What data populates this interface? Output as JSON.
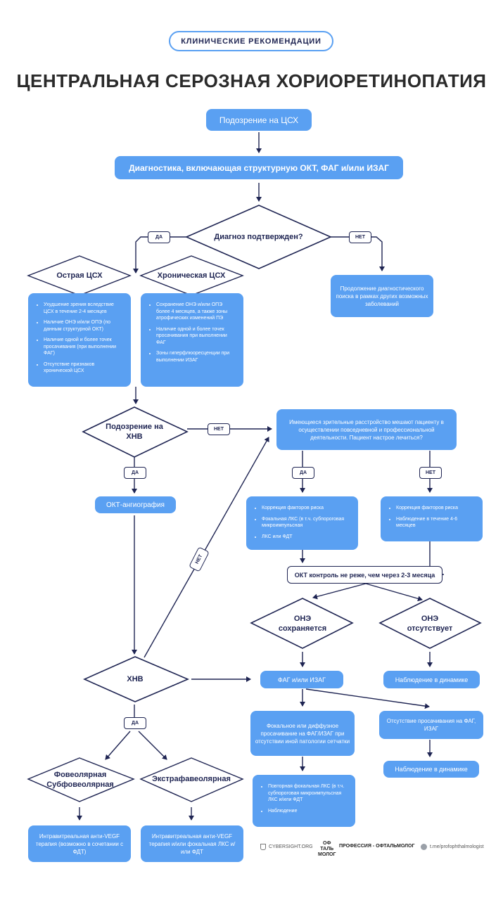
{
  "header": {
    "badge": "КЛИНИЧЕСКИЕ РЕКОМЕНДАЦИИ",
    "title": "ЦЕНТРАЛЬНАЯ СЕРОЗНАЯ ХОРИОРЕТИНОПАТИЯ"
  },
  "labels": {
    "yes": "ДА",
    "no": "НЕТ"
  },
  "nodes": {
    "suspect": "Подозрение на ЦСХ",
    "diagnostics": "Диагностика, включающая структурную ОКТ, ФАГ и/или ИЗАГ",
    "confirmed": "Диагноз подтвержден?",
    "continue_diag": "Продолжение диагностического поиска в рамках других возможных заболеваний",
    "acute": "Острая ЦСХ",
    "chronic": "Хроническая ЦСХ",
    "acute_list": [
      "Ухудшение зрения вследствие ЦСХ в течение 2-4 месяцев",
      "Наличие ОНЭ и/или ОПЭ (по данным структурной ОКТ)",
      "Наличие одной и более точек просачивания (при выполнении ФАГ)",
      "Отсутствие признаков хронической ЦСХ"
    ],
    "chronic_list": [
      "Сохранение ОНЭ и/или ОПЭ более 4 месяцев, а также зоны атрофических изменений ПЭ",
      "Наличие одной и более точек просачивания при выполнении ФАГ",
      "Зоны гиперфлюоресценции при выполнении ИЗАГ"
    ],
    "cnv_suspect": "Подозрение на ХНВ",
    "oct_angio": "ОКТ-ангиография",
    "question": "Имеющиеся зрительные расстройство мешают пациенту в осуществлении повседневной и профессиональной деятельности. Пациент настрое лечиться?",
    "treat_list": [
      "Коррекция факторов риска",
      "Фокальная ЛКС (в т.ч. субпороговая микроимпульсная",
      "ЛКС или ФДТ"
    ],
    "observe_list": [
      "Коррекция факторов риска",
      "Наблюдение в течение 4-6 месяцев"
    ],
    "oct_control": "ОКТ контроль не реже, чем через 2-3 месяца",
    "one_persists": "ОНЭ сохраняется",
    "one_absent": "ОНЭ отсутствует",
    "fag": "ФАГ и/или ИЗАГ",
    "dyn1": "Наблюдение в динамике",
    "cnv": "ХНВ",
    "leakage": "Фокальное или диффузное просачивание на ФАГ/ИЗАГ при отсутствии иной патологии сетчатки",
    "no_leakage": "Отсутствие просачивания на ФАГ, ИЗАГ",
    "dyn2": "Наблюдение в динамике",
    "repeat_list": [
      "Повторная фокальная ЛКС (в т.ч. субпороговая микроимпульсная ЛКС и/или ФДТ",
      "Наблюдение"
    ],
    "foveal": "Фовеолярная Субфовеолярная",
    "extrafoveal": "Экстрафавеолярная",
    "foveal_tx": "Интравитреальная анти-VEGF терапия (возможно в сочетании с ФДТ)",
    "extra_tx": "Интравитреальная анти-VEGF терапия и/или фокальная ЛКС и/или ФДТ"
  },
  "footer": {
    "site": "CYBERSIGHT.ORG",
    "logo": "ОФ ТАЛЬ МОЛОГ",
    "profession": "ПРОФЕССИЯ - ОФТАЛЬМОЛОГ",
    "telegram": "t.me/profophthalmologist"
  },
  "colors": {
    "box": "#5aa0f2",
    "stroke": "#1e2452"
  }
}
